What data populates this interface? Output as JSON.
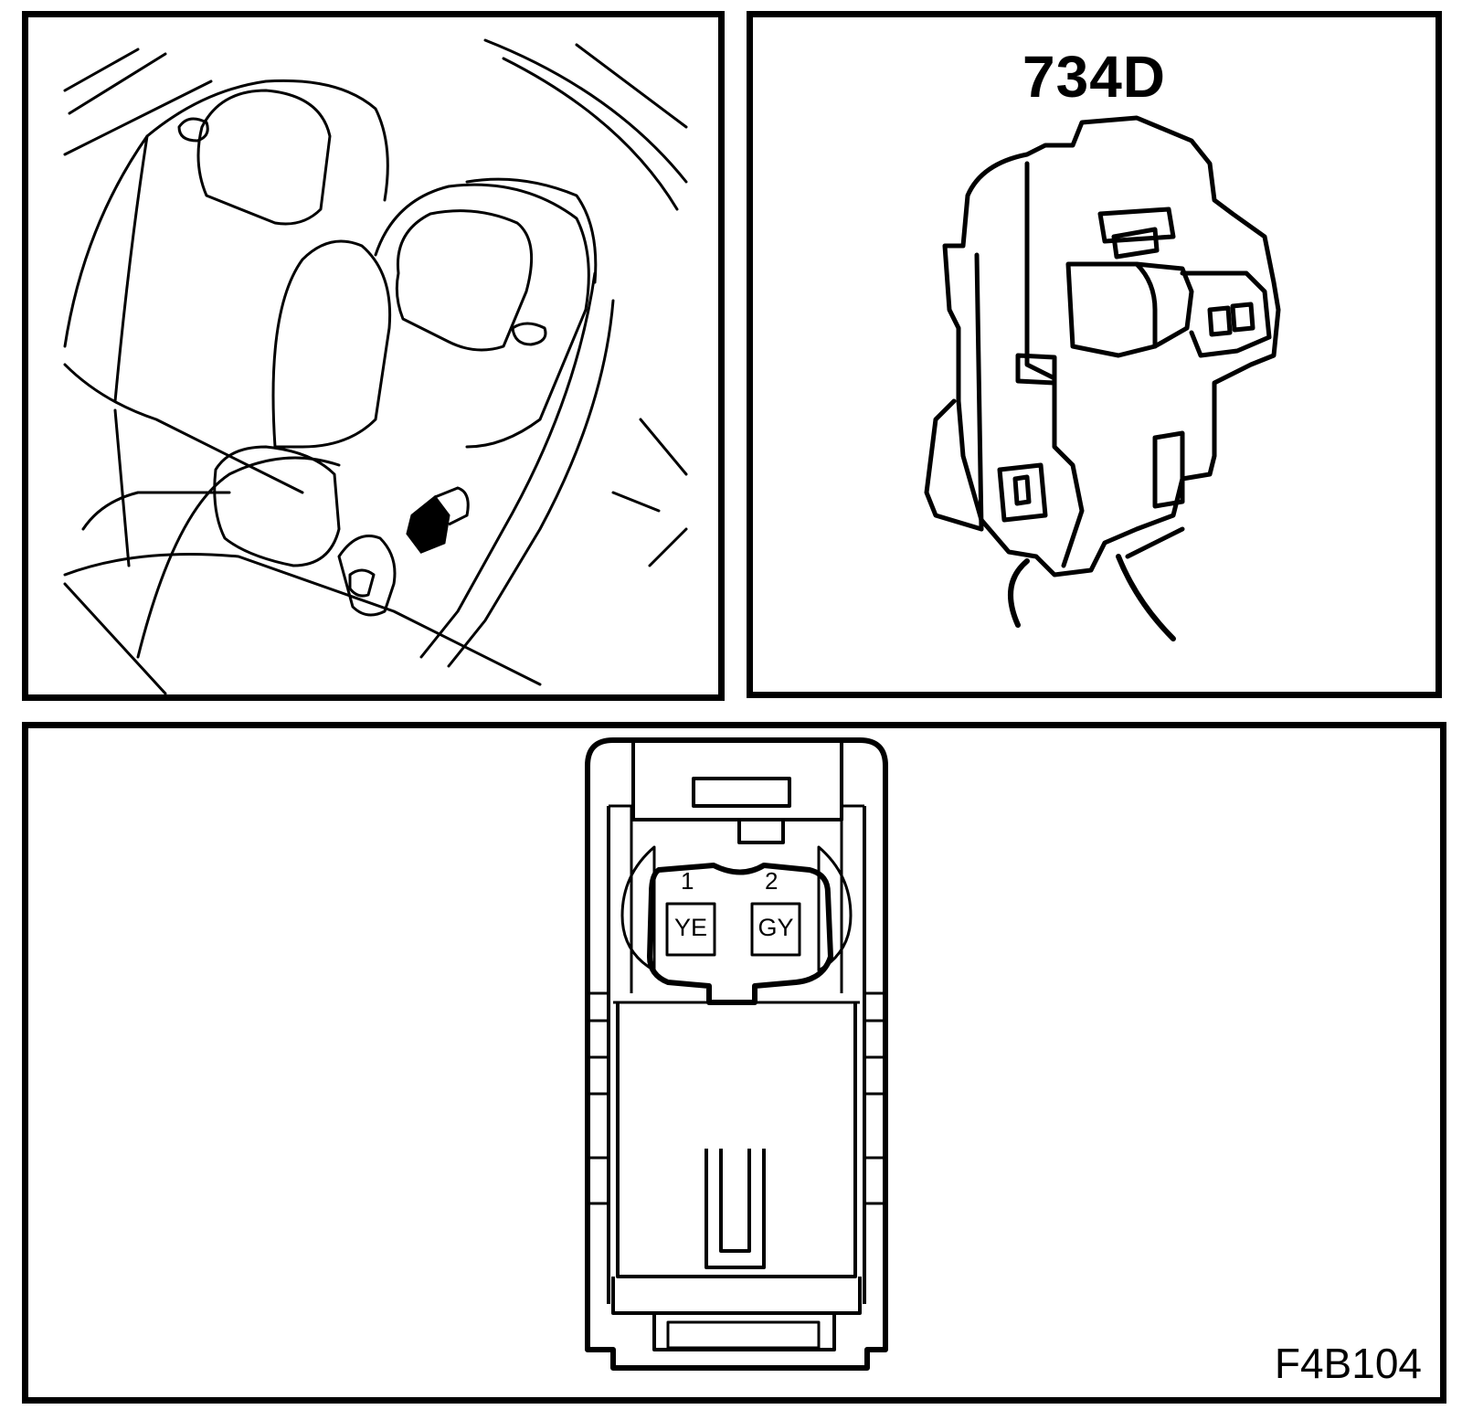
{
  "connector": {
    "id": "734D",
    "pins": [
      {
        "number": "1",
        "color": "YE"
      },
      {
        "number": "2",
        "color": "GY"
      }
    ]
  },
  "figure": {
    "code": "F4B104"
  },
  "colors": {
    "line": "#000000",
    "background": "#ffffff"
  }
}
